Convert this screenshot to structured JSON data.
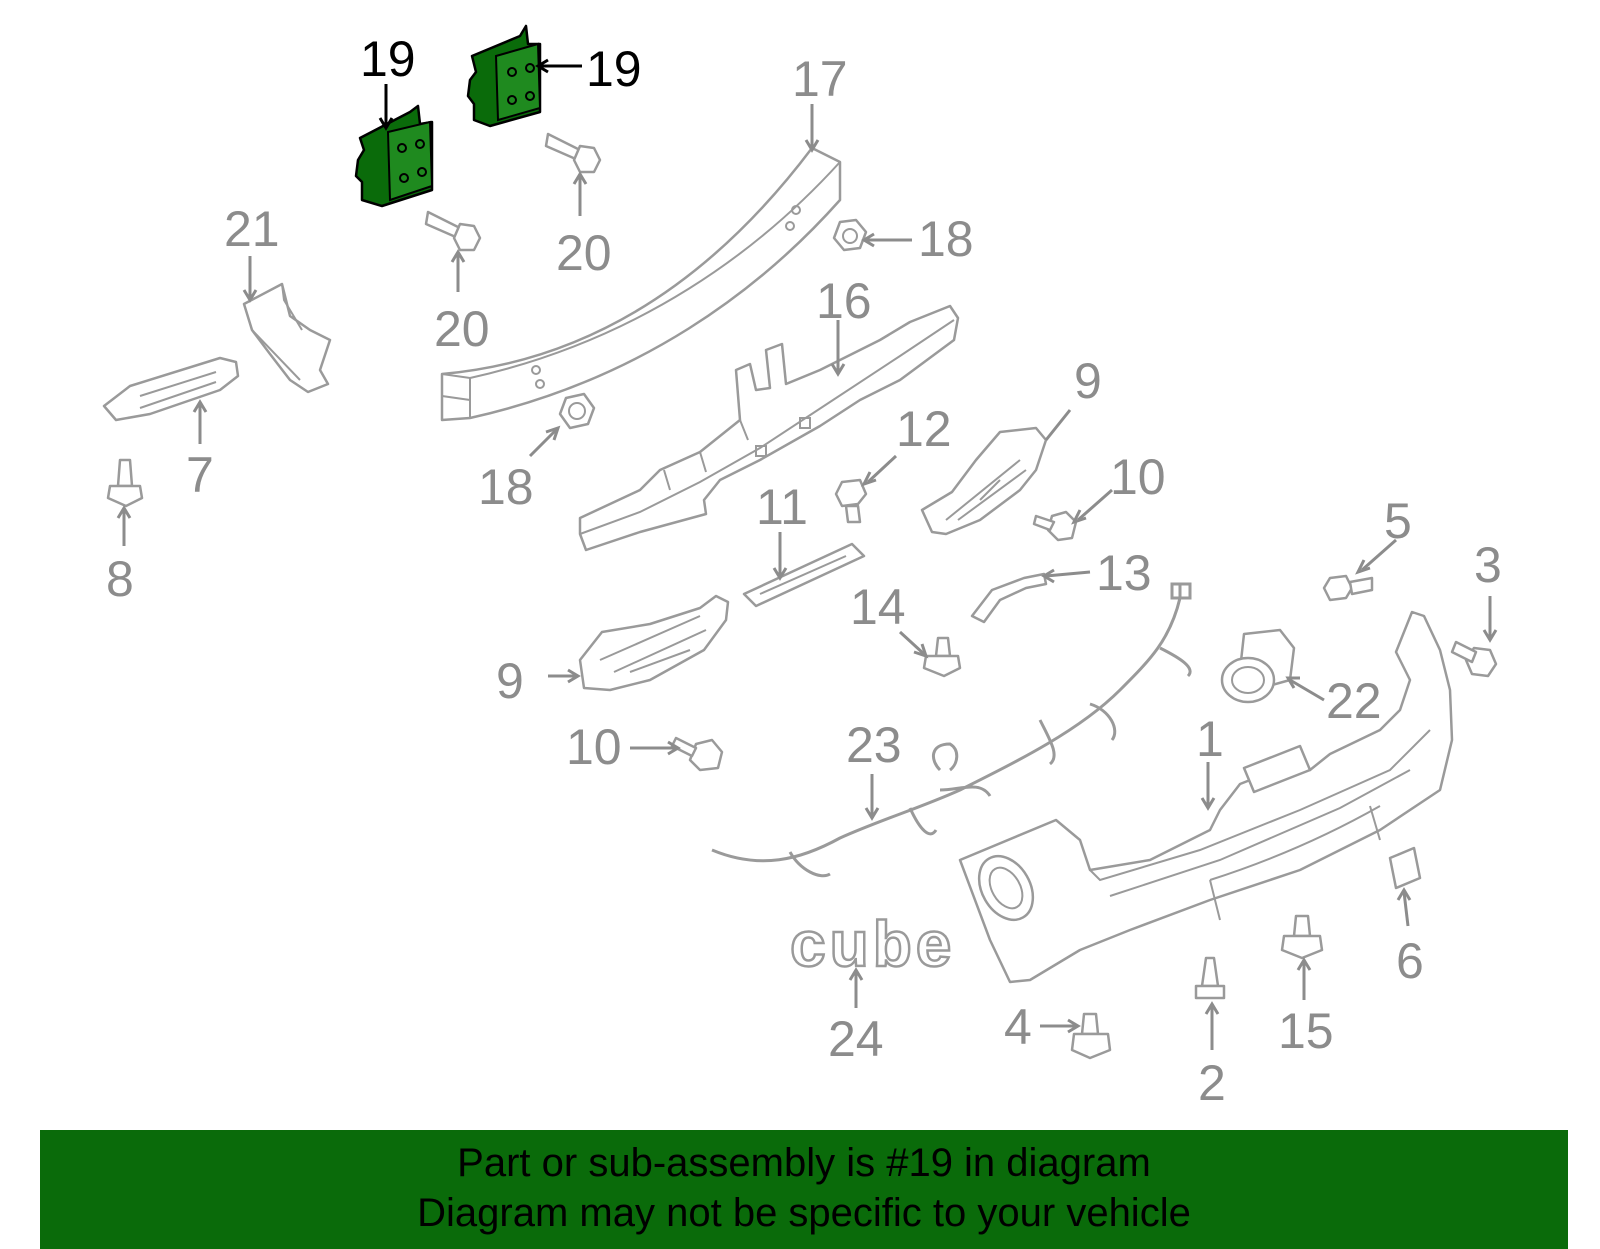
{
  "diagram": {
    "emblem_text": "cube",
    "callouts": {
      "c1": "1",
      "c2": "2",
      "c3": "3",
      "c4": "4",
      "c5": "5",
      "c6": "6",
      "c7": "7",
      "c8": "8",
      "c9a": "9",
      "c9b": "9",
      "c10a": "10",
      "c10b": "10",
      "c11": "11",
      "c12": "12",
      "c13": "13",
      "c14": "14",
      "c15": "15",
      "c16": "16",
      "c17": "17",
      "c18a": "18",
      "c18b": "18",
      "c19a": "19",
      "c19b": "19",
      "c20a": "20",
      "c20b": "20",
      "c21": "21",
      "c22": "22",
      "c23": "23",
      "c24": "24"
    },
    "highlighted_part": "19",
    "highlight_color": "#0a6b0a"
  },
  "caption": {
    "line1": "Part or sub-assembly is #19 in diagram",
    "line2": "Diagram may not be specific to your vehicle"
  }
}
